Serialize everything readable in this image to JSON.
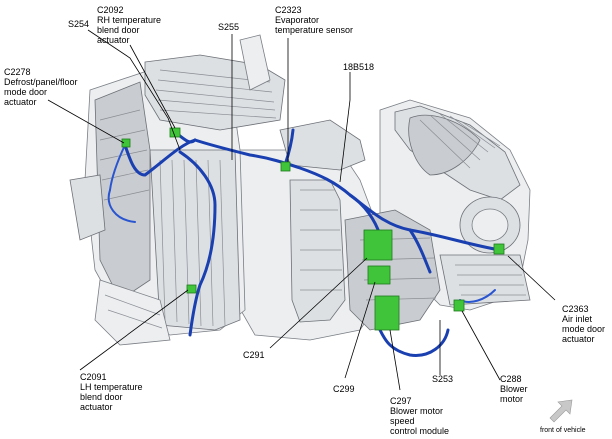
{
  "labels": {
    "s254": "S254",
    "c2092": [
      "C2092",
      "RH temperature",
      "blend door",
      "actuator"
    ],
    "s255": "S255",
    "c2323": [
      "C2323",
      "Evaporator",
      "temperature sensor"
    ],
    "c2278": [
      "C2278",
      "Defrost/panel/floor",
      "mode door",
      "actuator"
    ],
    "w18b518": "18B518",
    "c2363": [
      "C2363",
      "Air inlet",
      "mode door",
      "actuator"
    ],
    "c291": "C291",
    "c2091": [
      "C2091",
      "LH temperature",
      "blend door",
      "actuator"
    ],
    "c299": "C299",
    "s253": "S253",
    "c288": [
      "C288",
      "Blower",
      "motor"
    ],
    "c297": [
      "C297",
      "Blower motor",
      "speed",
      "control module"
    ]
  },
  "front_of_vehicle": "front of vehicle",
  "colors": {
    "harness": "#1a3fb0",
    "connector": "#3fc43a",
    "housing": "#dde0e3",
    "arrow": "#c8c8c8"
  }
}
